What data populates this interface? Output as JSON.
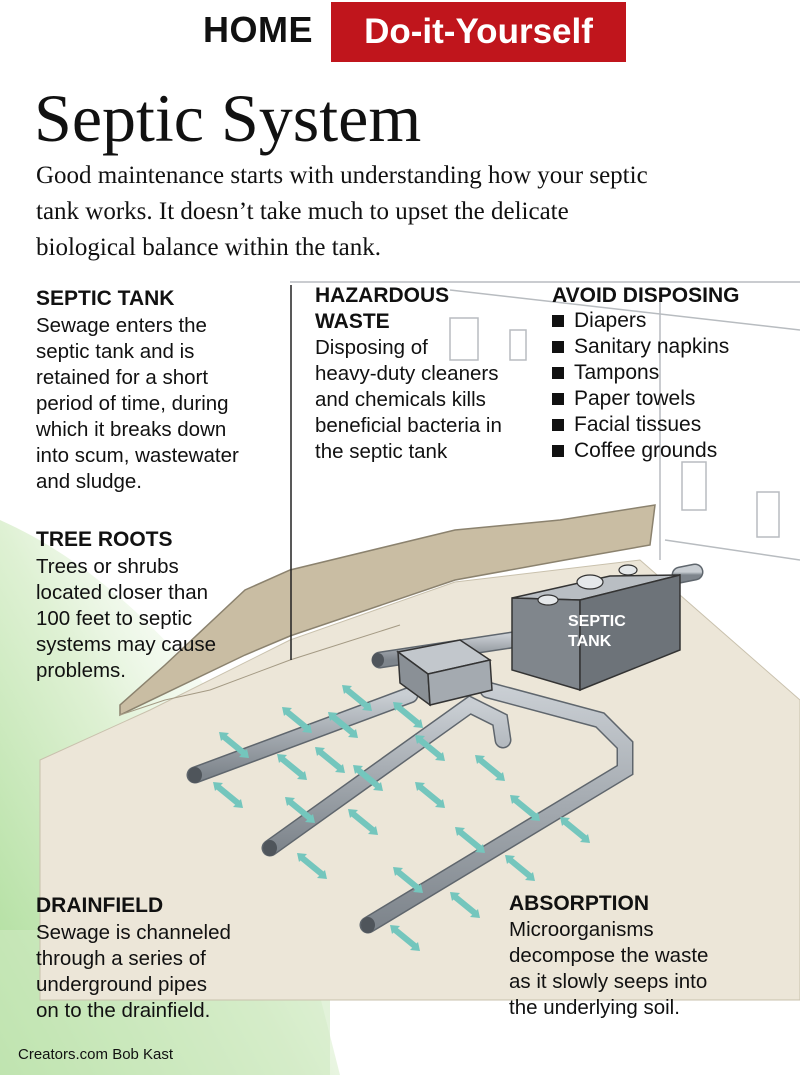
{
  "header": {
    "home": "HOME",
    "diy": "Do-it-Yourself"
  },
  "title": "Septic System",
  "intro_lines": [
    "Good maintenance starts with understanding how your septic",
    "tank works. It doesn’t take much to upset the delicate",
    "biological balance within the tank."
  ],
  "septic_tank": {
    "heading": "SEPTIC TANK",
    "lines": [
      "Sewage enters the",
      "septic tank and is",
      "retained for a short",
      "period of time, during",
      "which it breaks down",
      "into scum, wastewater",
      "and sludge."
    ]
  },
  "hazardous_waste": {
    "heading_lines": [
      "HAZARDOUS",
      "WASTE"
    ],
    "lines": [
      "Disposing of",
      "heavy-duty cleaners",
      "and chemicals kills",
      "beneficial bacteria in",
      "the septic tank"
    ]
  },
  "avoid_disposing": {
    "heading": "AVOID DISPOSING",
    "items": [
      "Diapers",
      "Sanitary napkins",
      "Tampons",
      "Paper towels",
      "Facial tissues",
      "Coffee grounds"
    ]
  },
  "tree_roots": {
    "heading": "TREE ROOTS",
    "lines": [
      "Trees or shrubs",
      "located closer than",
      "100 feet to septic",
      "systems may cause",
      "problems."
    ]
  },
  "drainfield": {
    "heading": "DRAINFIELD",
    "lines": [
      "Sewage is channeled",
      "through a series of",
      "underground pipes",
      "on to the drainfield."
    ]
  },
  "absorption": {
    "heading": "ABSORPTION",
    "lines": [
      "Microorganisms",
      "decompose the waste",
      "as it slowly seeps into",
      "the underlying soil."
    ]
  },
  "tank_label": [
    "SEPTIC",
    "TANK"
  ],
  "credit": "Creators.com Bob Kast",
  "colors": {
    "header_red": "#c0151c",
    "soil": "#cbbfa4",
    "ground": "#ece6d8",
    "grass": "#b6e0a4",
    "arrow": "#78c8c0",
    "pipe": "#9aa0a6",
    "tank": "#7d8389"
  }
}
